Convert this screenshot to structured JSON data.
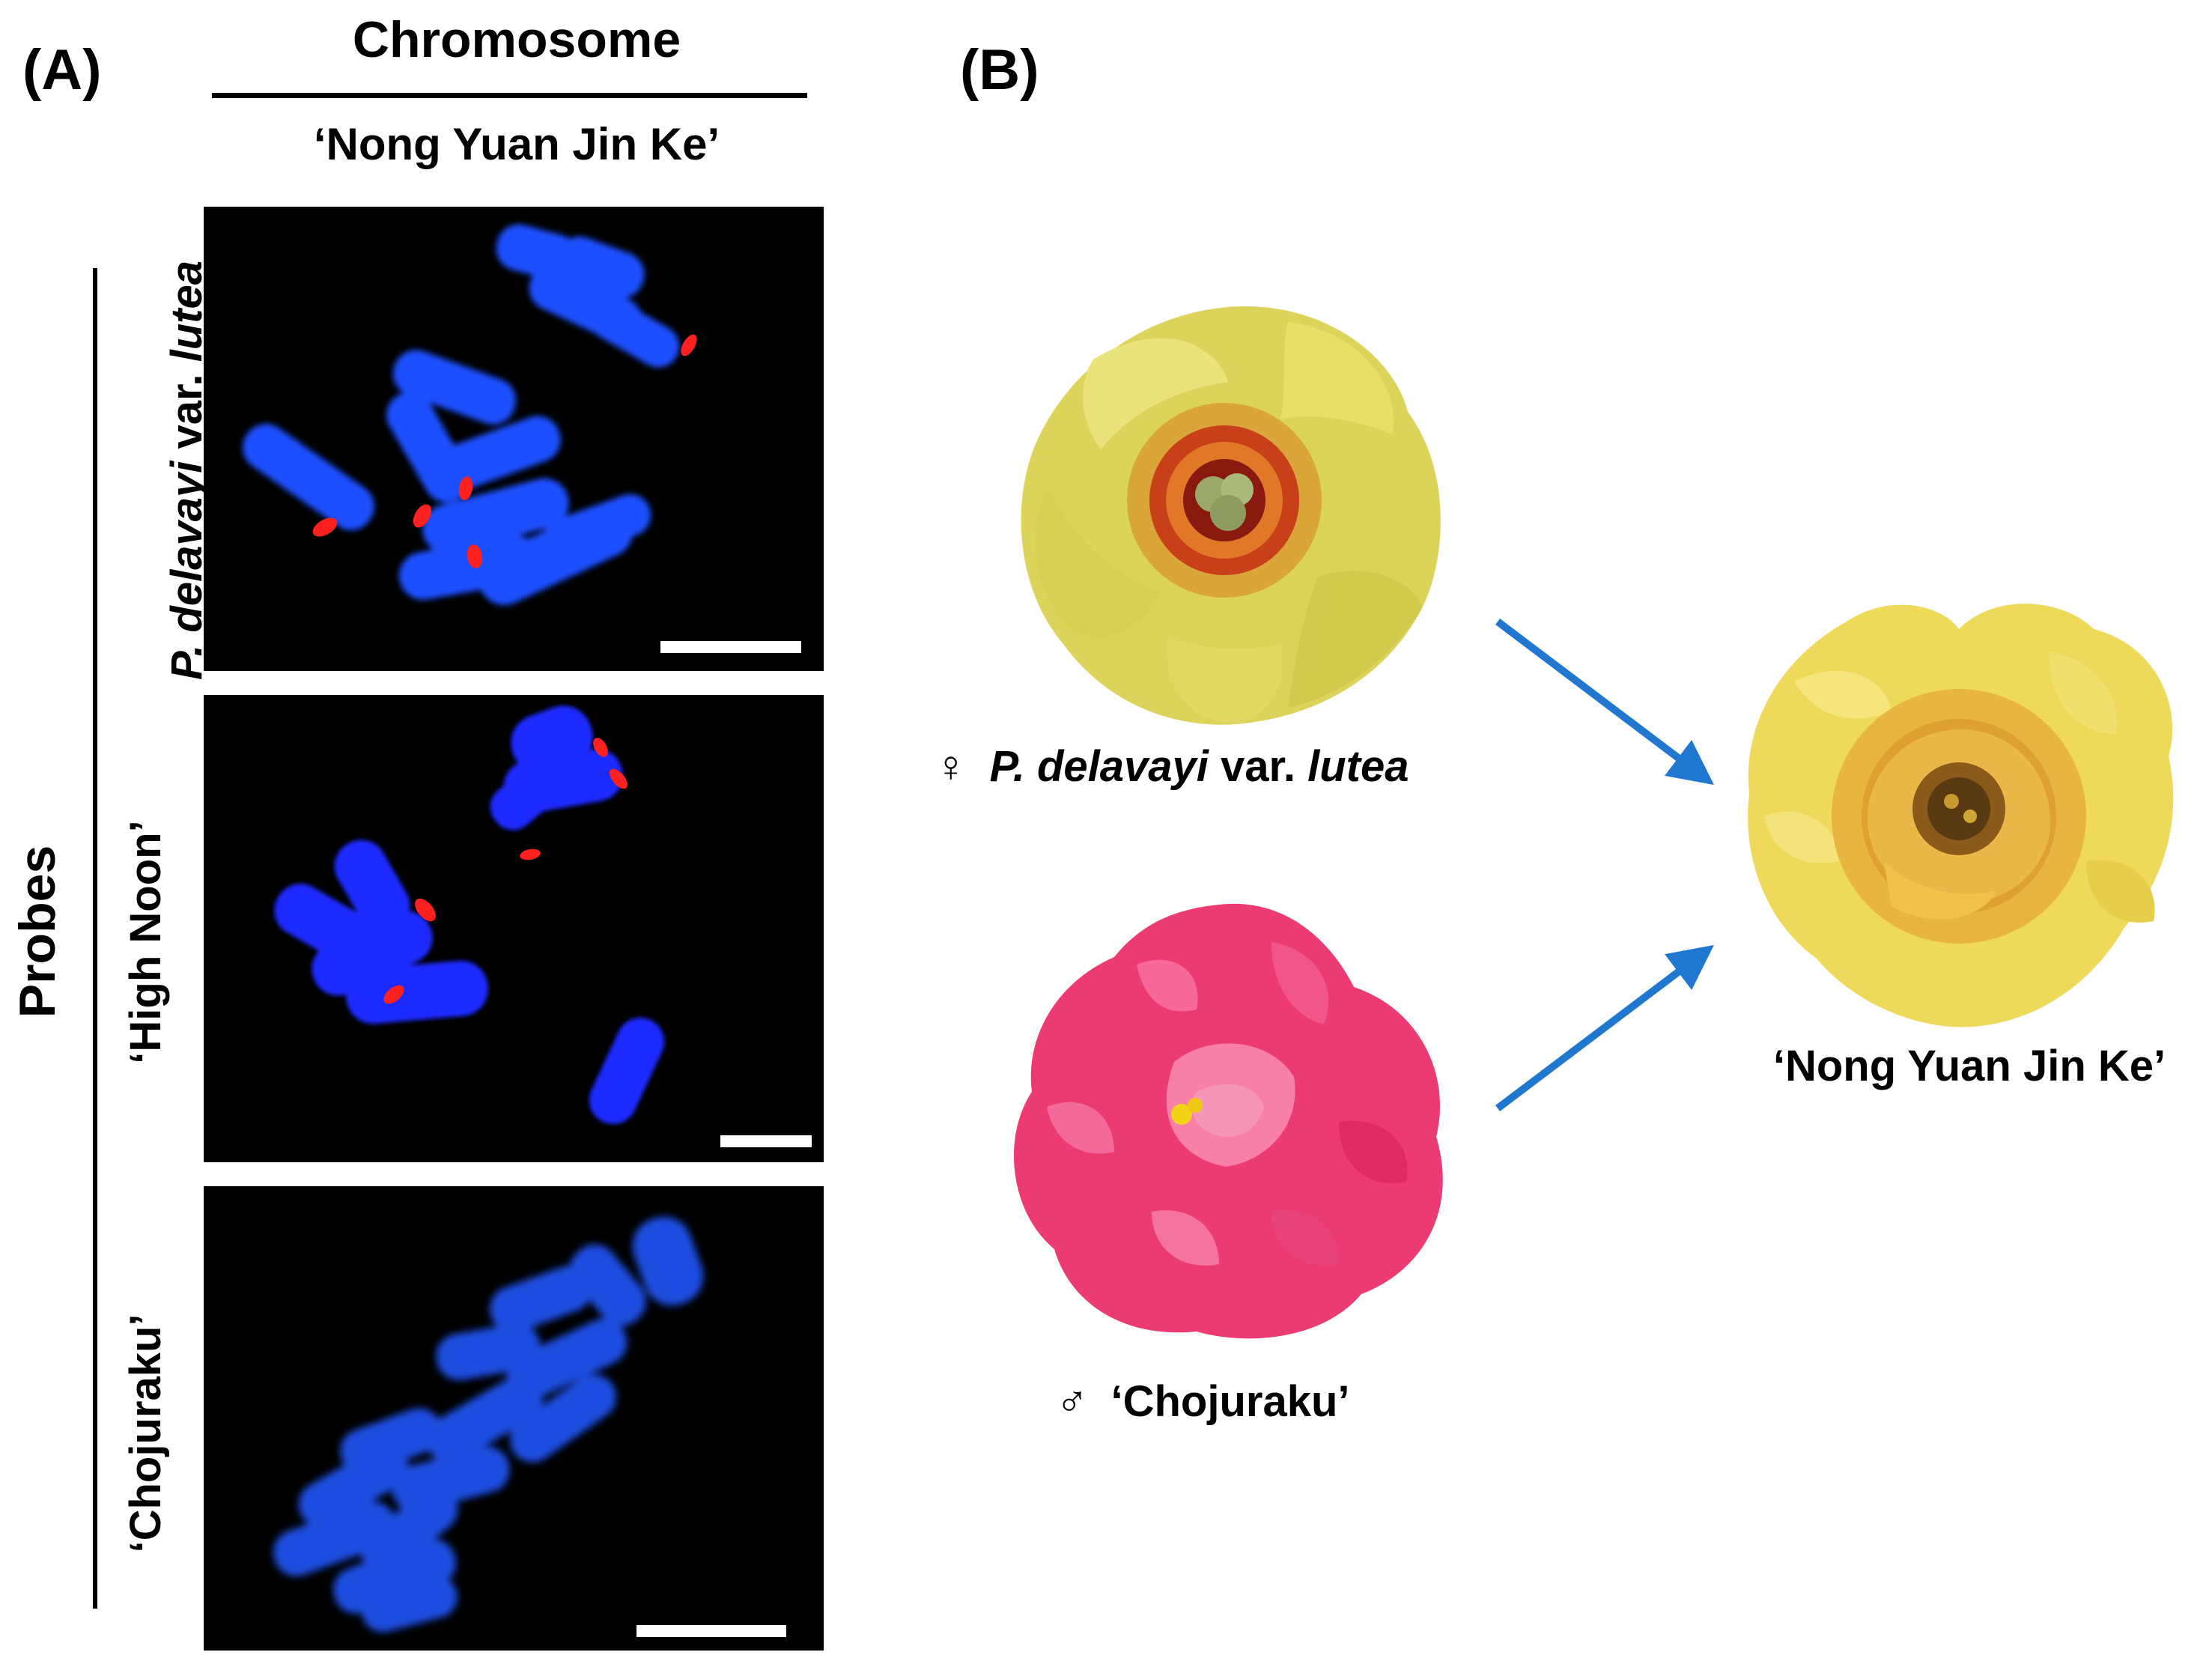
{
  "panel_a": {
    "label": "(A)",
    "column_header": "Chromosome",
    "sample_name": "‘Nong Yuan Jin Ke’",
    "probes_label": "Probes",
    "rows": [
      {
        "probe_prefix": "P. delavayi",
        "probe_middle": " var. ",
        "probe_suffix": "lutea"
      },
      {
        "probe_label": "‘High Noon’"
      },
      {
        "probe_label": "‘Chojuraku’"
      }
    ]
  },
  "panel_b": {
    "label": "(B)",
    "female_symbol": "♀",
    "female_prefix": "P. delavayi",
    "female_middle": " var. ",
    "female_suffix": "lutea",
    "male_symbol": "♂",
    "male_name": "‘Chojuraku’",
    "offspring_name": "‘Nong Yuan Jin Ke’",
    "arrow_color": "#1f77d0"
  },
  "colors": {
    "dapi_blue": "#1a4fff",
    "signal_red": "#ff2020",
    "yellow_flower": "#e6e05a",
    "pink_flower": "#f0427a",
    "offspring_flower": "#f0dc5a"
  }
}
